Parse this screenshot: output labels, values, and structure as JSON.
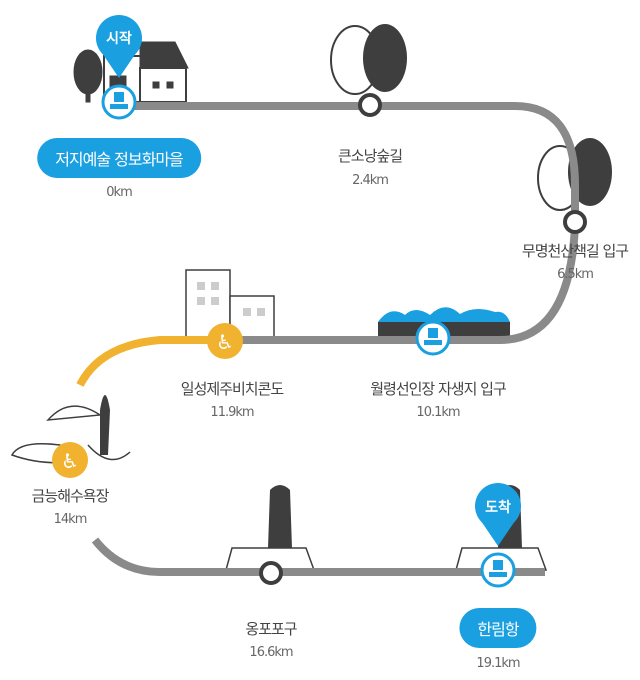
{
  "colors": {
    "route": "#8a8a8a",
    "accessible": "#f0b22f",
    "primary": "#1a9fe0",
    "ink": "#3e3e3e"
  },
  "start_pin": "시작",
  "end_pin": "도착",
  "stops": [
    {
      "name": "저지예술 정보화마을",
      "distance": "0km",
      "icon": "bus-stop-icon"
    },
    {
      "name": "큰소낭숲길",
      "distance": "2.4km",
      "icon": "waypoint-icon"
    },
    {
      "name": "무명천산책길 입구",
      "distance": "6.5km",
      "icon": "waypoint-icon"
    },
    {
      "name": "월령선인장 자생지 입구",
      "distance": "10.1km",
      "icon": "bus-stop-icon"
    },
    {
      "name": "일성제주비치콘도",
      "distance": "11.9km",
      "icon": "wheelchair-icon"
    },
    {
      "name": "금능해수욕장",
      "distance": "14km",
      "icon": "wheelchair-icon"
    },
    {
      "name": "옹포포구",
      "distance": "16.6km",
      "icon": "waypoint-icon"
    },
    {
      "name": "한림항",
      "distance": "19.1km",
      "icon": "bus-stop-icon"
    }
  ]
}
